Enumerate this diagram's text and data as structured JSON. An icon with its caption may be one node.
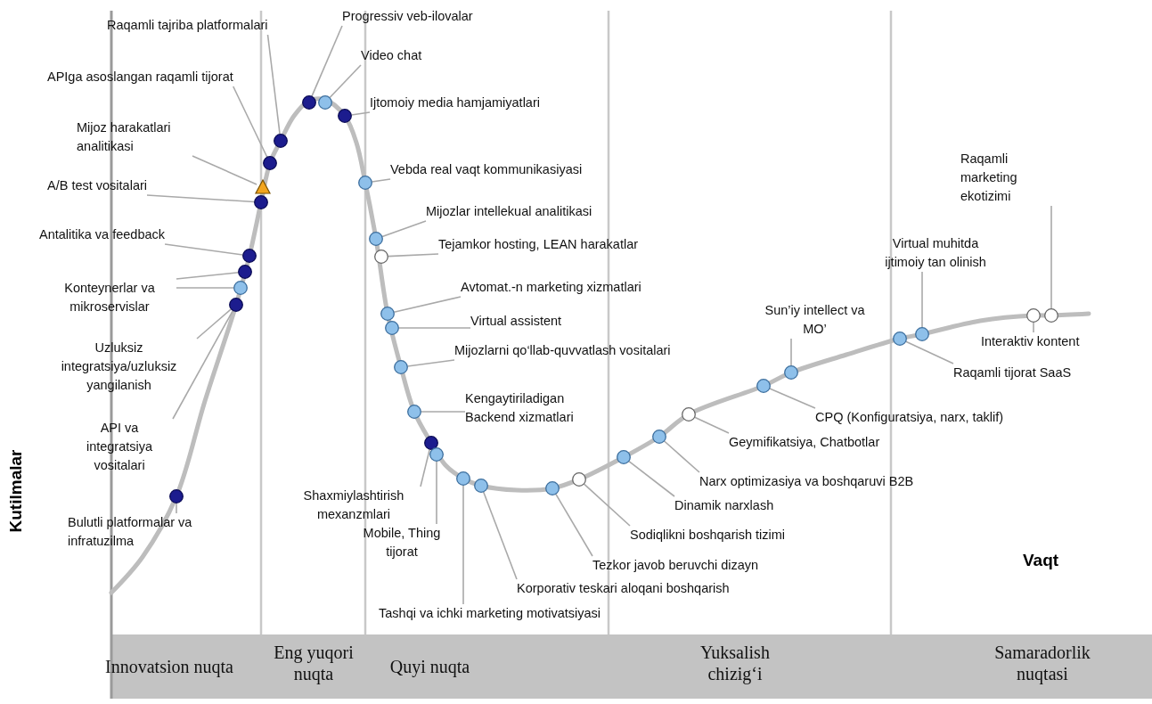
{
  "diagram": {
    "nodes": [
      {
        "text": [
          "Raqamli tajriba platformalari"
        ]
      },
      {
        "text": [
          "Progressiv veb-ilovalar"
        ]
      },
      {
        "text": [
          "Video chat"
        ]
      },
      {
        "text": [
          "APIga asoslangan raqamli tijorat"
        ]
      },
      {
        "text": [
          "Ijtomoiy media hamjamiyatlari"
        ]
      },
      {
        "text": [
          "Mijoz harakatlari analitikasi"
        ]
      },
      {
        "text": [
          "Vebda real vaqt kommunikasiyasi"
        ]
      },
      {
        "text": [
          "A/B test vositalari"
        ]
      },
      {
        "text": [
          "Mijozlar intellekual analitikasi"
        ]
      },
      {
        "text": [
          "Antalitika va feedback"
        ]
      },
      {
        "text": [
          "Tejamkor hosting, LEAN harakatlar"
        ]
      },
      {
        "text": [
          "Konteynerlar va mikroservislar"
        ]
      },
      {
        "text": [
          "Avtomat.-n marketing xizmatlari"
        ]
      },
      {
        "text": [
          "Virtual assistent"
        ]
      },
      {
        "text": [
          "Mijozlarni qo‘llab-quvvatlash vositalari"
        ]
      },
      {
        "text": [
          "Sun’iy intellect va MO’"
        ]
      },
      {
        "text": [
          "Virtual muhitda ijtimoiy tan olinish"
        ]
      },
      {
        "text": [
          "Raqamli marketing ekotizimi"
        ]
      },
      {
        "text": [
          "Uzluksiz integratsiya/uzluksiz yangilanish"
        ]
      },
      {
        "text": [
          "Kengaytiriladigan Backend xizmatlari"
        ]
      },
      {
        "text": [
          "Interaktiv kontent"
        ]
      },
      {
        "text": [
          "Raqamli tijorat SaaS"
        ]
      },
      {
        "text": [
          "CPQ (Konfiguratsiya, narx, taklif)"
        ]
      },
      {
        "text": [
          "Geymifikatsiya, Chatbotlar"
        ]
      },
      {
        "text": [
          "API va integratsiya vositalari"
        ]
      },
      {
        "text": [
          "Shaxmiylashtirish mexanzmlari"
        ]
      },
      {
        "text": [
          "Narx optimizasiya va boshqaruvi B2B"
        ]
      },
      {
        "text": [
          "Dinamik narxlash"
        ]
      },
      {
        "text": [
          "Bulutli platformalar va infratuzilma"
        ]
      },
      {
        "text": [
          "Sodiqlikni boshqarish tizimi"
        ]
      },
      {
        "text": [
          "Mobile, Thing tijorat"
        ]
      },
      {
        "text": [
          "Tezkor javob beruvchi dizayn"
        ]
      },
      {
        "text": [
          "Korporativ teskari aloqani boshqarish"
        ]
      },
      {
        "text": [
          "Tashqi va ichki marketing motivatsiyasi"
        ]
      },
      {
        "text": [],
        "shape": "circle"
      },
      {
        "text": [],
        "shape": "circle"
      },
      {
        "text": [],
        "shape": "circle"
      },
      {
        "text": [],
        "shape": "circle"
      },
      {
        "text": [],
        "shape": "circle"
      },
      {
        "text": [],
        "shape": "circle"
      },
      {
        "text": [],
        "shape": "triangle"
      },
      {
        "text": [],
        "shape": "circle"
      },
      {
        "text": [],
        "shape": "circle"
      },
      {
        "text": [],
        "shape": "circle"
      },
      {
        "text": [],
        "shape": "circle"
      },
      {
        "text": [],
        "shape": "circle"
      },
      {
        "text": [],
        "shape": "circle"
      },
      {
        "text": [],
        "shape": "circle"
      },
      {
        "text": [],
        "shape": "circle"
      },
      {
        "text": [],
        "shape": "circle"
      },
      {
        "text": [],
        "shape": "circle"
      },
      {
        "text": [],
        "shape": "circle"
      },
      {
        "text": [],
        "shape": "circle"
      },
      {
        "text": [],
        "shape": "circle"
      },
      {
        "text": [],
        "shape": "circle"
      },
      {
        "text": [],
        "shape": "circle"
      },
      {
        "text": [],
        "shape": "circle"
      },
      {
        "text": [],
        "shape": "circle"
      },
      {
        "text": [],
        "shape": "circle"
      },
      {
        "text": [],
        "shape": "circle"
      },
      {
        "text": [],
        "shape": "circle"
      },
      {
        "text": [],
        "shape": "circle"
      },
      {
        "text": [],
        "shape": "circle"
      },
      {
        "text": [],
        "shape": "circle"
      },
      {
        "text": [],
        "shape": "circle"
      },
      {
        "text": [],
        "shape": "circle"
      },
      {
        "text": [],
        "shape": "circle"
      },
      {
        "text": [],
        "shape": "circle"
      }
    ],
    "edges": [
      {
        "from": 28,
        "to": 34,
        "arrow": "none"
      },
      {
        "from": 24,
        "to": 35,
        "arrow": "none"
      },
      {
        "from": 18,
        "to": 35,
        "arrow": "none"
      },
      {
        "from": 11,
        "to": 36,
        "arrow": "none"
      },
      {
        "from": 11,
        "to": 37,
        "arrow": "none"
      },
      {
        "from": 9,
        "to": 38,
        "arrow": "none"
      },
      {
        "from": 7,
        "to": 39,
        "arrow": "none"
      },
      {
        "from": 5,
        "to": 40,
        "arrow": "none"
      },
      {
        "from": 3,
        "to": 41,
        "arrow": "none"
      },
      {
        "from": 0,
        "to": 42,
        "arrow": "none"
      },
      {
        "from": 1,
        "to": 43,
        "arrow": "none"
      },
      {
        "from": 2,
        "to": 44,
        "arrow": "none"
      },
      {
        "from": 4,
        "to": 45,
        "arrow": "none"
      },
      {
        "from": 6,
        "to": 46,
        "arrow": "none"
      },
      {
        "from": 8,
        "to": 47,
        "arrow": "none"
      },
      {
        "from": 10,
        "to": 48,
        "arrow": "none"
      },
      {
        "from": 12,
        "to": 49,
        "arrow": "none"
      },
      {
        "from": 13,
        "to": 50,
        "arrow": "none"
      },
      {
        "from": 14,
        "to": 51,
        "arrow": "none"
      },
      {
        "from": 19,
        "to": 52,
        "arrow": "none"
      },
      {
        "from": 25,
        "to": 53,
        "arrow": "none"
      },
      {
        "from": 30,
        "to": 54,
        "arrow": "none"
      },
      {
        "from": 33,
        "to": 55,
        "arrow": "none"
      },
      {
        "from": 32,
        "to": 56,
        "arrow": "none"
      },
      {
        "from": 31,
        "to": 57,
        "arrow": "none"
      },
      {
        "from": 29,
        "to": 58,
        "arrow": "none"
      },
      {
        "from": 27,
        "to": 59,
        "arrow": "none"
      },
      {
        "from": 26,
        "to": 60,
        "arrow": "none"
      },
      {
        "from": 23,
        "to": 61,
        "arrow": "none"
      },
      {
        "from": 22,
        "to": 62,
        "arrow": "none"
      },
      {
        "from": 15,
        "to": 63,
        "arrow": "none"
      },
      {
        "from": 21,
        "to": 64,
        "arrow": "none"
      },
      {
        "from": 16,
        "to": 65,
        "arrow": "none"
      },
      {
        "from": 20,
        "to": 66,
        "arrow": "none"
      },
      {
        "from": 17,
        "to": 67,
        "arrow": "none"
      }
    ],
    "labels": [
      "Kutilmalar",
      "Vaqt",
      "Innovatsion nuqta",
      "Eng yuqori nuqta",
      "Quyi nuqta",
      "Yuksalish chizig‘i",
      "Samaradorlik nuqtasi"
    ]
  }
}
